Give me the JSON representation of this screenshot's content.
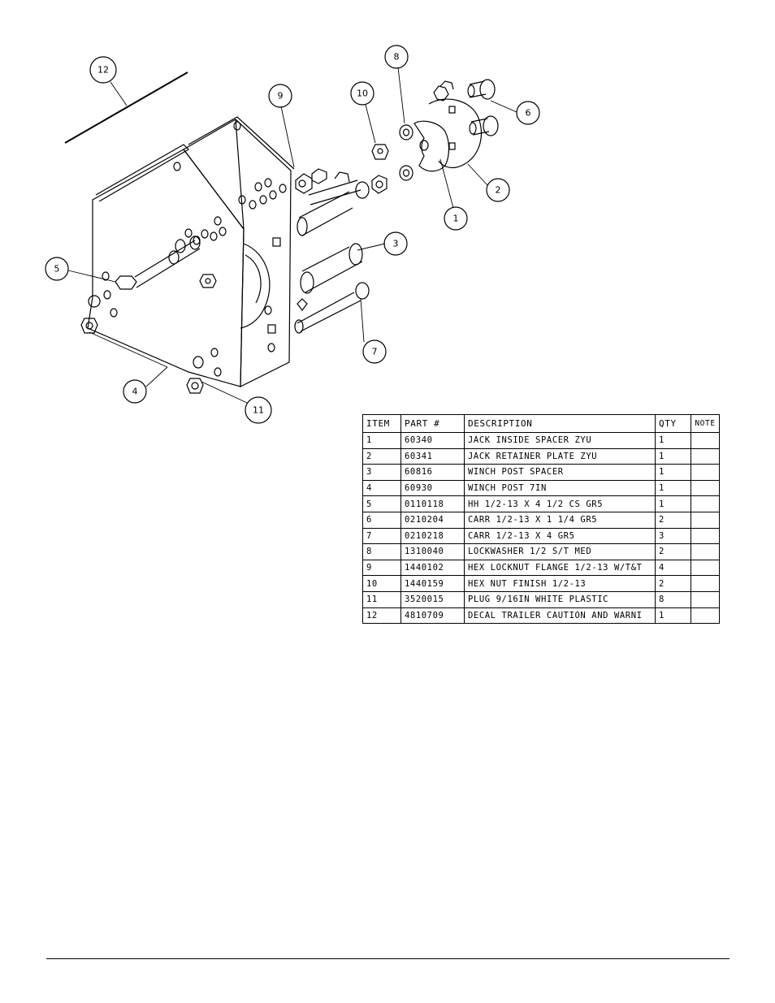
{
  "table": {
    "headers": {
      "item": "ITEM",
      "part": "PART #",
      "description": "DESCRIPTION",
      "qty": "QTY",
      "note": "NOTE"
    },
    "rows": [
      {
        "item": "1",
        "part": "60340",
        "description": "JACK INSIDE SPACER ZYU",
        "qty": "1",
        "note": ""
      },
      {
        "item": "2",
        "part": "60341",
        "description": "JACK RETAINER PLATE ZYU",
        "qty": "1",
        "note": ""
      },
      {
        "item": "3",
        "part": "60816",
        "description": "WINCH POST SPACER",
        "qty": "1",
        "note": ""
      },
      {
        "item": "4",
        "part": "60930",
        "description": "WINCH POST   7IN",
        "qty": "1",
        "note": ""
      },
      {
        "item": "5",
        "part": "0110118",
        "description": "HH 1/2-13 X 4 1/2 CS GR5",
        "qty": "1",
        "note": ""
      },
      {
        "item": "6",
        "part": "0210204",
        "description": "CARR 1/2-13 X 1 1/4 GR5",
        "qty": "2",
        "note": ""
      },
      {
        "item": "7",
        "part": "0210218",
        "description": "CARR 1/2-13 X 4 GR5",
        "qty": "3",
        "note": ""
      },
      {
        "item": "8",
        "part": "1310040",
        "description": "LOCKWASHER 1/2 S/T MED",
        "qty": "2",
        "note": ""
      },
      {
        "item": "9",
        "part": "1440102",
        "description": "HEX LOCKNUT FLANGE 1/2-13 W/T&T",
        "qty": "4",
        "note": ""
      },
      {
        "item": "10",
        "part": "1440159",
        "description": "HEX NUT FINISH 1/2-13",
        "qty": "2",
        "note": ""
      },
      {
        "item": "11",
        "part": "3520015",
        "description": "PLUG   9/16IN WHITE PLASTIC",
        "qty": "8",
        "note": ""
      },
      {
        "item": "12",
        "part": "4810709",
        "description": "DECAL TRAILER CAUTION AND WARNI",
        "qty": "1",
        "note": ""
      }
    ]
  },
  "callouts": [
    "12",
    "9",
    "10",
    "8",
    "6",
    "2",
    "1",
    "3",
    "5",
    "7",
    "4",
    "11"
  ]
}
